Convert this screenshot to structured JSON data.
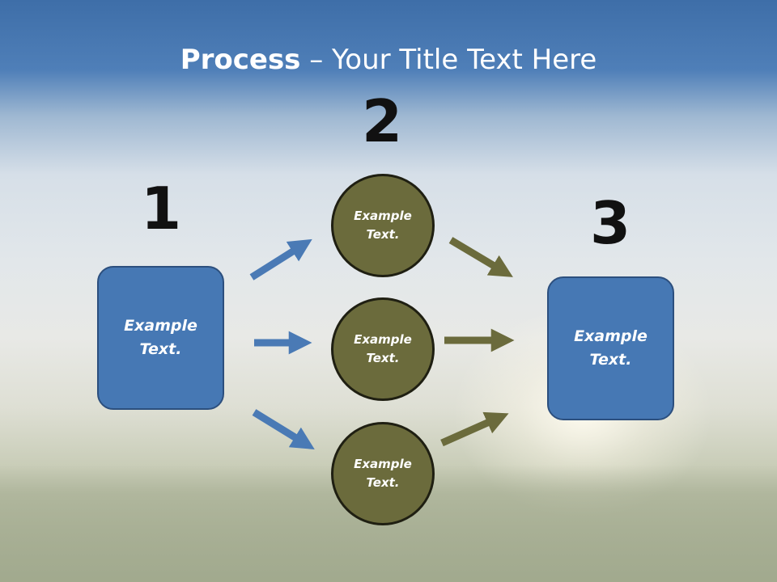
{
  "title": {
    "bold": "Process",
    "rest": " – Your Title Text Here"
  },
  "steps": [
    {
      "number": "1",
      "label_line1": "Example",
      "label_line2": "Text."
    },
    {
      "number": "2",
      "items": [
        {
          "label_line1": "Example",
          "label_line2": "Text."
        },
        {
          "label_line1": "Example",
          "label_line2": "Text."
        },
        {
          "label_line1": "Example",
          "label_line2": "Text."
        }
      ]
    },
    {
      "number": "3",
      "label_line1": "Example",
      "label_line2": "Text."
    }
  ],
  "colors": {
    "box_fill": "#4678b4",
    "box_border": "#2c4f7e",
    "circle_fill": "#6b6b3c",
    "blue_arrow": "#4a7ab5",
    "olive_arrow": "#6b6b3c",
    "title_bar": "#3e6ea8"
  }
}
